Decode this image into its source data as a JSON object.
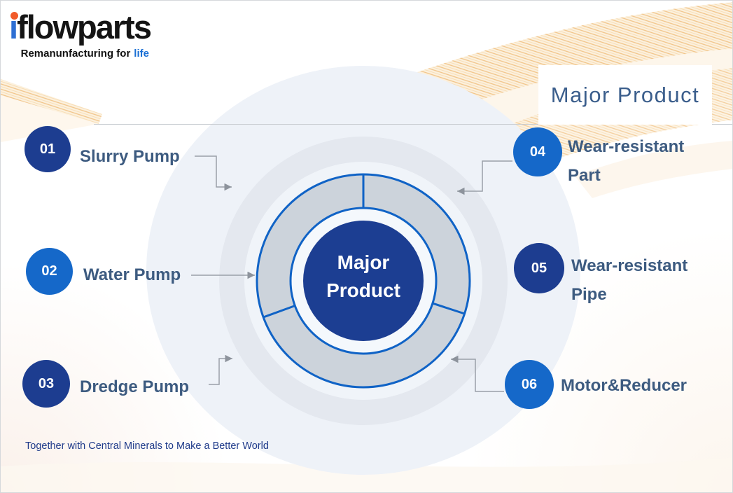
{
  "brand": {
    "wordmark_i": "i",
    "wordmark_rest": "flowparts",
    "tagline_prefix": "Remanunfacturing for",
    "tagline_highlight": "life"
  },
  "header": {
    "title": "Major Product"
  },
  "diagram": {
    "center_line1": "Major",
    "center_line2": "Product",
    "segments": 3
  },
  "items": [
    {
      "number": "01",
      "label_line1": "Slurry Pump"
    },
    {
      "number": "02",
      "label_line1": "Water Pump"
    },
    {
      "number": "03",
      "label_line1": "Dredge Pump"
    },
    {
      "number": "04",
      "label_line1": "Wear-resistant",
      "label_line2": "Part"
    },
    {
      "number": "05",
      "label_line1": "Wear-resistant",
      "label_line2": "Pipe"
    },
    {
      "number": "06",
      "label_line1": "Motor&Reducer"
    }
  ],
  "footer": {
    "text": "Together with Central Minerals to Make a Better World"
  },
  "colors": {
    "navy_badge": "#1d3d90",
    "blue_badge": "#1568c9",
    "donut_stroke": "#1063c6",
    "donut_fill": "#ccd3db",
    "center_fill": "#1c3e92",
    "label_text": "#3d5b80",
    "title_text": "#3b5e8c",
    "footer_text": "#1e3a8a",
    "accent_orange": "#f15a29",
    "connector_grey": "#9aa0a8"
  }
}
